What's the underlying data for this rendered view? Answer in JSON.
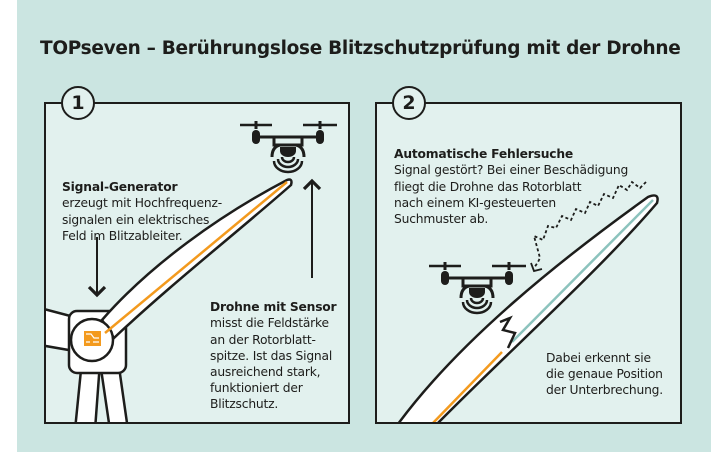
{
  "title": "TOPseven – Berührungslose Blitzschutzprüfung mit der Drohne",
  "colors": {
    "background": "#cbe5e1",
    "panel": "#e2f1ee",
    "accent_orange": "#f39a1e",
    "accent_teal": "#8cc3bd",
    "ink": "#1d1d1b"
  },
  "panel1": {
    "number": "1",
    "generator_heading": "Signal-Generator",
    "generator_text": "erzeugt mit Hochfrequenz-\nsignalen ein elektrisches\nFeld im Blitzableiter.",
    "drone_heading": "Drohne mit Sensor",
    "drone_text": "misst die Feldstärke\nan der Rotorblatt-\nspitze. Ist das Signal\nausreichend stark,\nfunktioniert der\nBlitzschutz."
  },
  "panel2": {
    "number": "2",
    "heading": "Automatische Fehlersuche",
    "text": "Signal gestört? Bei einer Beschädigung\nfliegt die Drohne das Rotorblatt\nnach einem KI-gesteuerten\nSuchmuster ab.",
    "result_text": "Dabei erkennt sie\ndie genaue Position\nder Unterbrechung."
  }
}
